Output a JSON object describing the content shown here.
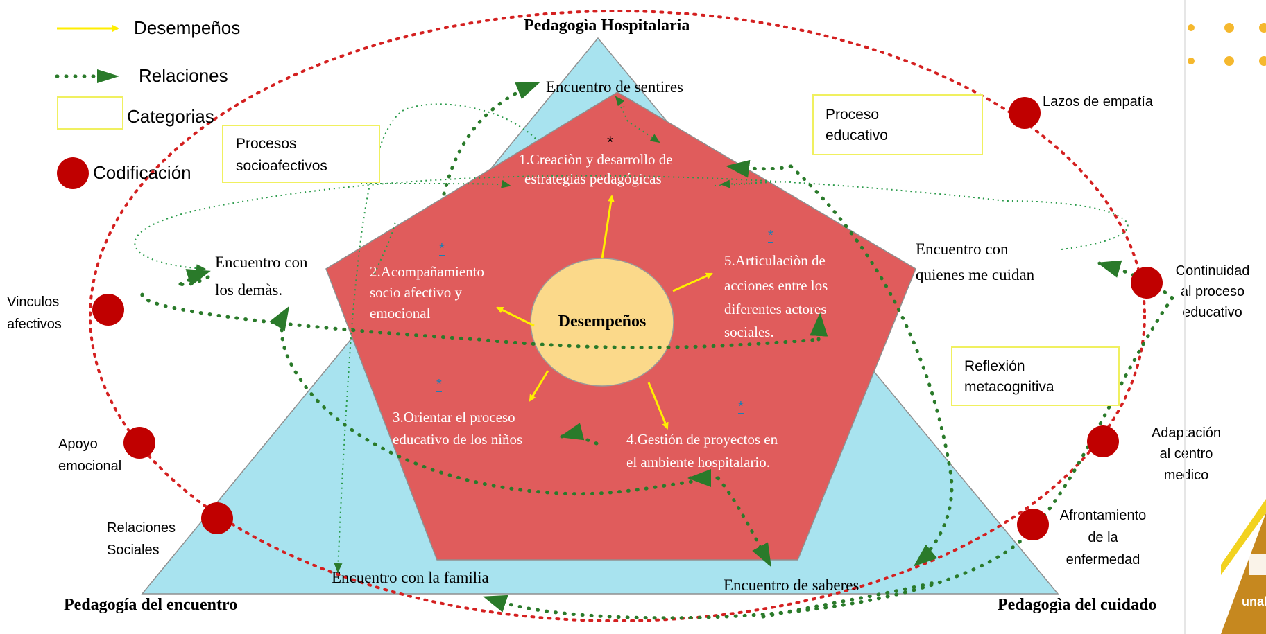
{
  "legend": {
    "performances": "Desempeños",
    "relations": "Relaciones",
    "categories": "Categorias",
    "coding": "Codificación"
  },
  "corners": {
    "top": "Pedagogìa Hospitalaria",
    "bottom_left": "Pedagogía del encuentro",
    "bottom_right": "Pedagogìa del cuidado"
  },
  "center": "Desempeños",
  "performances": [
    "1.Creaciòn y desarrollo de",
    "estrategias pedagógicas",
    "2.Acompañamiento",
    "socio afectivo y",
    "emocional",
    "3.Orientar el proceso",
    "educativo de los niños",
    "4.Gestión de proyectos en",
    "el ambiente hospitalario.",
    "5.Articulaciòn de",
    "acciones entre los",
    "diferentes actores",
    "sociales."
  ],
  "encounters": {
    "sentires": "Encuentro de sentires",
    "demas_1": "Encuentro con",
    "demas_2": "los demàs.",
    "cuidan_1": "Encuentro con",
    "cuidan_2": "quienes me cuidan",
    "familia": "Encuentro con la familia",
    "saberes": "Encuentro de saberes"
  },
  "categories": {
    "socio_1": "Procesos",
    "socio_2": "socioafectivos",
    "edu_1": "Proceso",
    "edu_2": "educativo",
    "meta_1": "Reflexión",
    "meta_2": "metacognitiva"
  },
  "codes": {
    "lazos": "Lazos de empatía",
    "cont_1": "Continuidad",
    "cont_2": "al proceso",
    "cont_3": "educativo",
    "vinc_1": "Vinculos",
    "vinc_2": "afectivos",
    "apoyo_1": "Apoyo",
    "apoyo_2": "emocional",
    "adapt_1": "Adaptación",
    "adapt_2": "al centro",
    "adapt_3": "medico",
    "rel_1": "Relaciones",
    "rel_2": "Sociales",
    "afr_1": "Afrontamiento",
    "afr_2": "de la",
    "afr_3": "enfermedad"
  },
  "marks": {
    "star": "*"
  },
  "logo": {
    "text": "unal"
  },
  "colors": {
    "triangle": "#a8e3ef",
    "pentagon": "#e05c5c",
    "center": "#fbd98a",
    "yellow_arrow": "#ffee00",
    "relation": "#2a7a2a",
    "coding": "#c00000",
    "logo": "#c6881f"
  }
}
